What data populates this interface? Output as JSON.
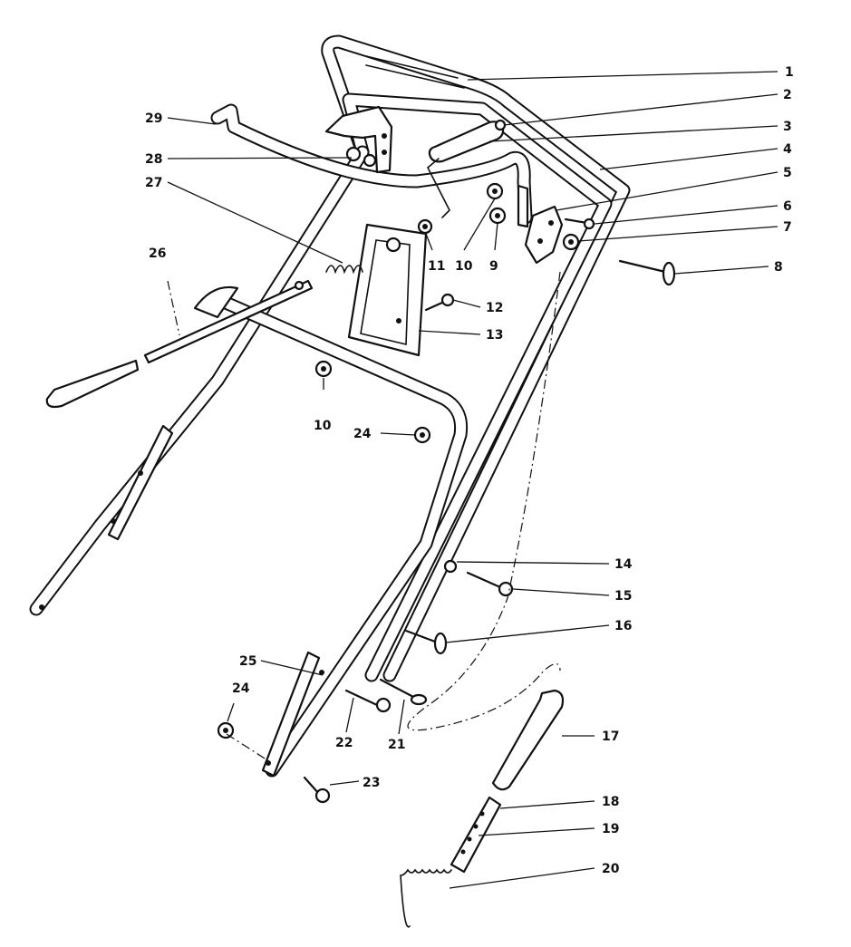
{
  "callouts": [
    {
      "id": "c1",
      "text": "1"
    },
    {
      "id": "c2",
      "text": "2"
    },
    {
      "id": "c3",
      "text": "3"
    },
    {
      "id": "c4",
      "text": "4"
    },
    {
      "id": "c5",
      "text": "5"
    },
    {
      "id": "c6",
      "text": "6"
    },
    {
      "id": "c7",
      "text": "7"
    },
    {
      "id": "c8",
      "text": "8"
    },
    {
      "id": "c9",
      "text": "9"
    },
    {
      "id": "c10a",
      "text": "10"
    },
    {
      "id": "c10b",
      "text": "10"
    },
    {
      "id": "c11",
      "text": "11"
    },
    {
      "id": "c12",
      "text": "12"
    },
    {
      "id": "c13",
      "text": "13"
    },
    {
      "id": "c14",
      "text": "14"
    },
    {
      "id": "c15",
      "text": "15"
    },
    {
      "id": "c16",
      "text": "16"
    },
    {
      "id": "c17",
      "text": "17"
    },
    {
      "id": "c18",
      "text": "18"
    },
    {
      "id": "c19",
      "text": "19"
    },
    {
      "id": "c20",
      "text": "20"
    },
    {
      "id": "c21",
      "text": "21"
    },
    {
      "id": "c22",
      "text": "22"
    },
    {
      "id": "c23",
      "text": "23"
    },
    {
      "id": "c24a",
      "text": "24"
    },
    {
      "id": "c24b",
      "text": "24"
    },
    {
      "id": "c25",
      "text": "25"
    },
    {
      "id": "c26",
      "text": "26"
    },
    {
      "id": "c27",
      "text": "27"
    },
    {
      "id": "c28",
      "text": "28"
    },
    {
      "id": "c29",
      "text": "29"
    }
  ]
}
